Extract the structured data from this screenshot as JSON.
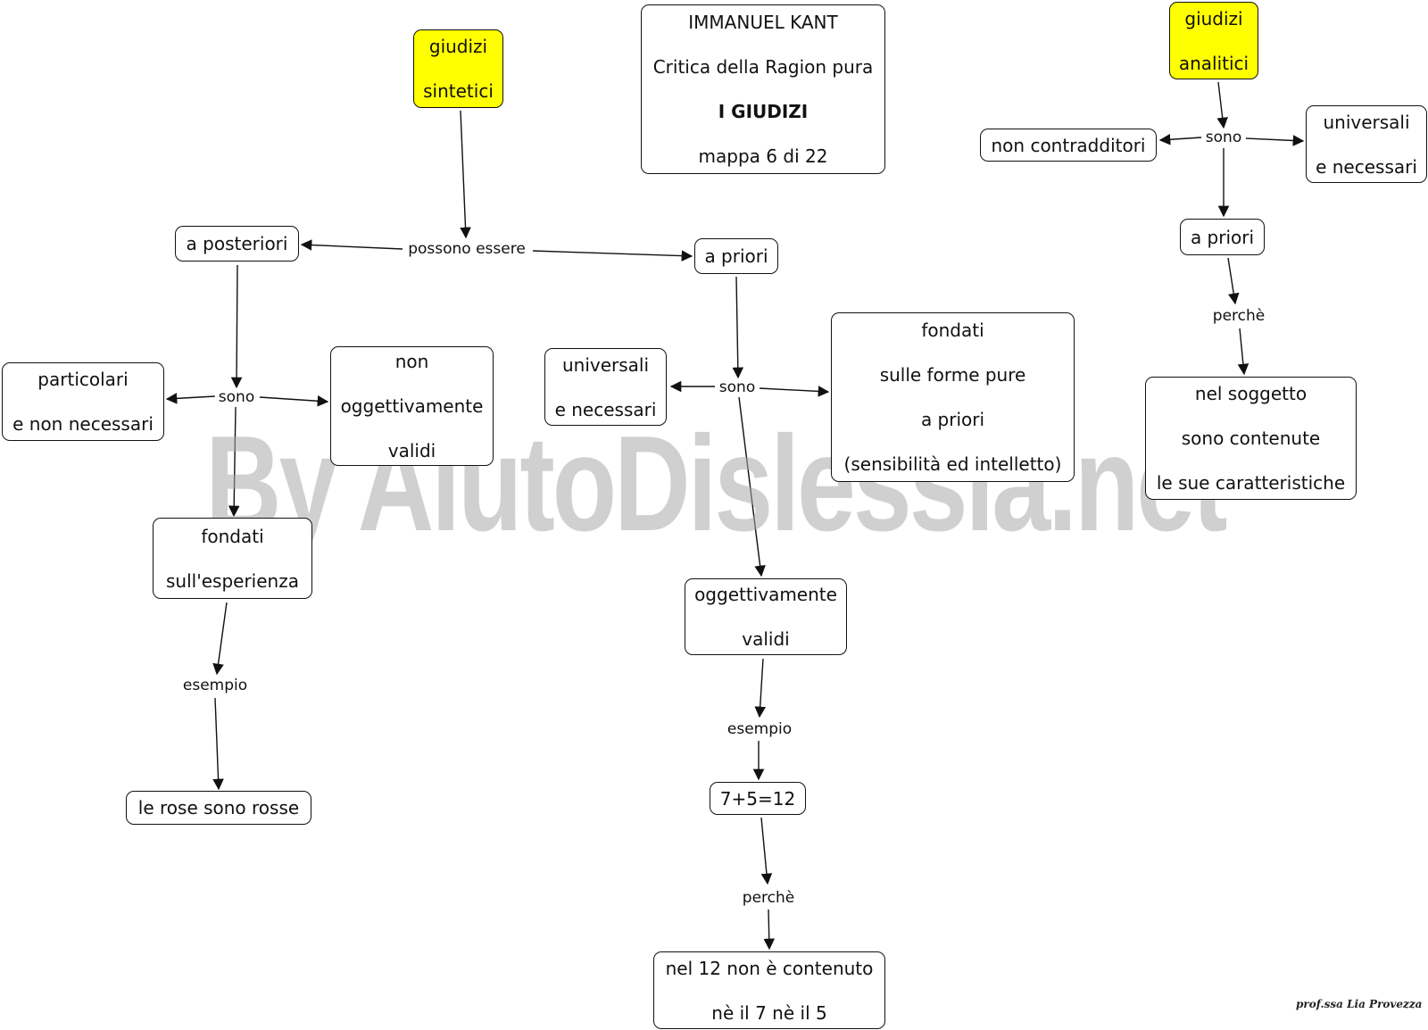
{
  "nodes": {
    "title": [
      "IMMANUEL KANT",
      "Critica della Ragion pura",
      "I GIUDIZI",
      "mappa 6 di 22"
    ],
    "giudizi_sintetici": [
      "giudizi",
      "sintetici"
    ],
    "giudizi_analitici": [
      "giudizi",
      "analitici"
    ],
    "a_posteriori": [
      "a posteriori"
    ],
    "a_priori_sintetici": [
      "a priori"
    ],
    "particolari": [
      "particolari",
      "e non necessari"
    ],
    "non_oggettivamente_validi": [
      "non",
      "oggettivamente",
      "validi"
    ],
    "universali_necessari_sintetici": [
      "universali",
      "e necessari"
    ],
    "fondati_forme_pure": [
      "fondati",
      "sulle forme pure",
      "a priori",
      "(sensibilità ed intelletto)"
    ],
    "fondati_esperienza": [
      "fondati",
      "sull'esperienza"
    ],
    "oggettivamente_validi": [
      "oggettivamente",
      "validi"
    ],
    "le_rose": [
      "le rose sono rosse"
    ],
    "esempio_somma": [
      "7+5=12"
    ],
    "nel_12": [
      "nel 12 non è contenuto",
      "nè il 7 nè il 5"
    ],
    "non_contradditori": [
      "non contradditori"
    ],
    "universali_necessari_analitici": [
      "universali",
      "e necessari"
    ],
    "a_priori_analitici": [
      "a priori"
    ],
    "nel_soggetto": [
      "nel soggetto",
      "sono contenute",
      "le sue caratteristiche"
    ]
  },
  "links": {
    "possono_essere": "possono essere",
    "sono_posteriori": "sono",
    "sono_priori": "sono",
    "sono_analitici": "sono",
    "esempio_posteriori": "esempio",
    "esempio_priori": "esempio",
    "perche_priori": "perchè",
    "perche_analitici": "perchè"
  },
  "watermark": "By AiutoDislessia.net",
  "signature": "prof.ssa Lia Provezza",
  "colors": {
    "highlight": "#ffff00",
    "border": "#111111",
    "watermark": "#aaaaaa"
  }
}
